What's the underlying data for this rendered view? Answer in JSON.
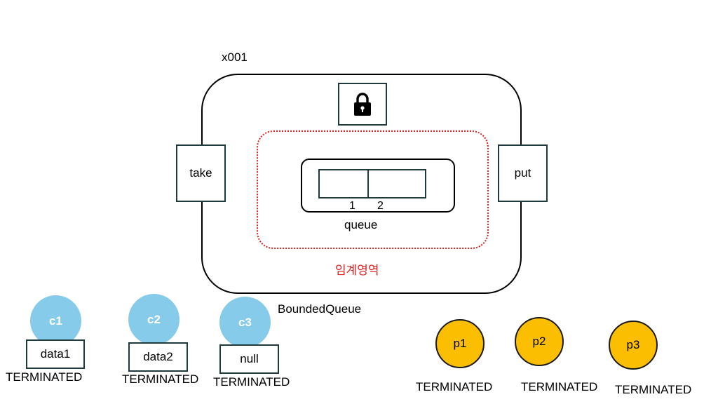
{
  "monitor": {
    "address": "x001",
    "name": "BoundedQueue",
    "take_label": "take",
    "put_label": "put",
    "lock_icon": "lock-icon"
  },
  "critical_section": {
    "label": "임계영역",
    "color": "#e02020"
  },
  "queue": {
    "label": "queue",
    "slot_indices": [
      "1",
      "2"
    ]
  },
  "consumers": [
    {
      "name": "c1",
      "data": "data1",
      "state": "TERMINATED"
    },
    {
      "name": "c2",
      "data": "data2",
      "state": "TERMINATED"
    },
    {
      "name": "c3",
      "data": "null",
      "state": "TERMINATED"
    }
  ],
  "producers": [
    {
      "name": "p1",
      "state": "TERMINATED"
    },
    {
      "name": "p2",
      "state": "TERMINATED"
    },
    {
      "name": "p3",
      "state": "TERMINATED"
    }
  ],
  "colors": {
    "consumer": "#87cbea",
    "producer": "#fbbe00"
  }
}
